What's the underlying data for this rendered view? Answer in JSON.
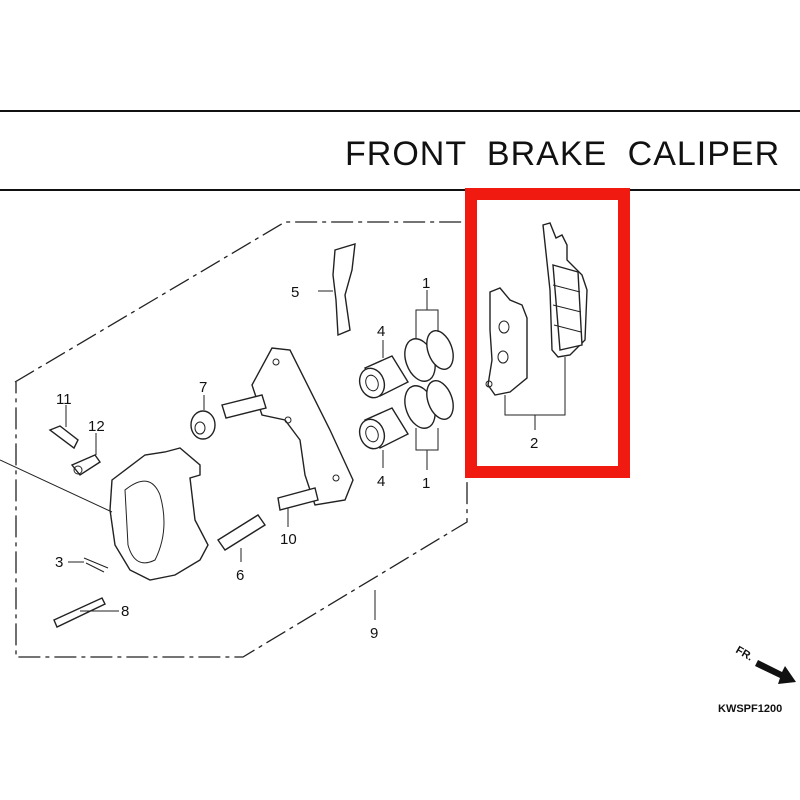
{
  "header": {
    "title": "FRONT BRAKE CALIPER"
  },
  "diagram": {
    "code": "KWSPF1200",
    "direction_label": "FR.",
    "highlight_color": "#f01a10",
    "callouts": {
      "piston_seal_top": "1",
      "piston_seal_bottom": "1",
      "brake_pads": "2",
      "clip": "3",
      "piston_top": "4",
      "piston_bottom": "4",
      "pad_spring": "5",
      "pin_bolt": "6",
      "boot": "7",
      "pad_pin": "8",
      "caliper_assembly": "9",
      "bracket_pin": "10",
      "bleed_valve": "11",
      "bleed_cap": "12"
    }
  }
}
